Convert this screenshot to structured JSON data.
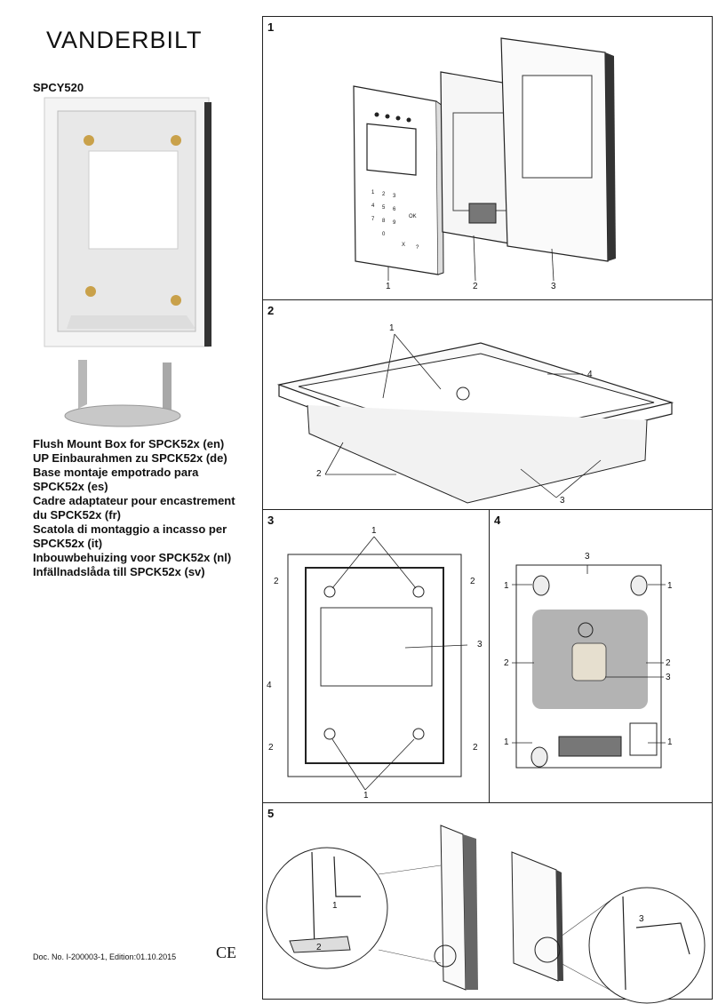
{
  "brand": {
    "logo_text": "VANDERBILT"
  },
  "product": {
    "model": "SPCY520"
  },
  "titles": [
    "Flush Mount Box for SPCK52x (en)",
    "UP Einbaurahmen zu SPCK52x (de)",
    "Base montaje empotrado para SPCK52x (es)",
    "Cadre adaptateur pour encastrement du SPCK52x (fr)",
    "Scatola di montaggio a incasso per SPCK52x (it)",
    "Inbouwbehuizing voor SPCK52x (nl)",
    "Infällnadslåda till SPCK52x (sv)"
  ],
  "footer": {
    "doc_no": "Doc. No. I-200003-1, Edition:01.10.2015",
    "ce_mark": "CE"
  },
  "panels": {
    "p1": {
      "number": "1",
      "labels": [
        "1",
        "2",
        "3"
      ]
    },
    "p2": {
      "number": "2",
      "labels": [
        "1",
        "4",
        "2",
        "3"
      ]
    },
    "p3": {
      "number": "3",
      "labels": [
        "1",
        "2",
        "2",
        "3",
        "4",
        "2",
        "2",
        "1"
      ]
    },
    "p4": {
      "number": "4",
      "labels": [
        "3",
        "1",
        "1",
        "2",
        "2",
        "3",
        "1",
        "1"
      ]
    },
    "p5": {
      "number": "5",
      "labels": [
        "1",
        "2",
        "3"
      ]
    }
  },
  "keypad": {
    "keys": [
      "1",
      "2",
      "3",
      "4",
      "5",
      "6",
      "7",
      "8",
      "9",
      "0",
      "OK",
      "X",
      "?"
    ]
  }
}
